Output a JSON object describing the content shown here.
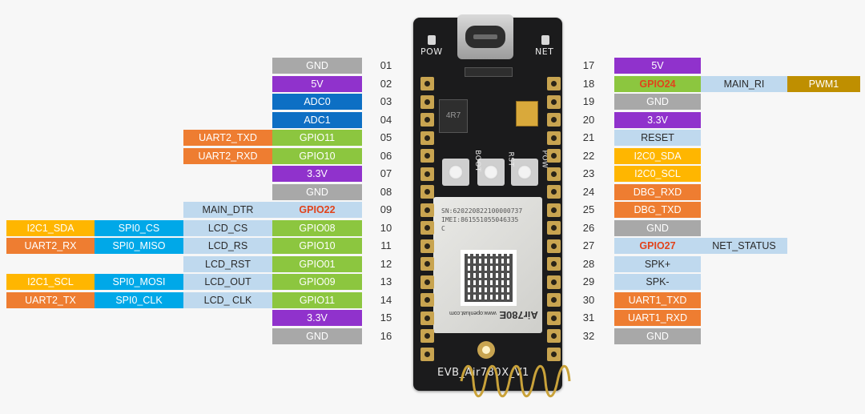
{
  "board": {
    "label_pow_led": "POW",
    "label_net_led": "NET",
    "label_boot": "BOOT",
    "label_rst": "RST",
    "label_pow_btn": "POW",
    "inductor_marking": "4R7",
    "bottom_silk": "EVB_Air780X_V1",
    "module": {
      "brand": "Air780E",
      "website": "www.openluat.com",
      "serial": "SN:620220822100000737",
      "imei": "IMEI:861551055046335",
      "mark": "C"
    }
  },
  "colors": {
    "gnd": "#a8a8a8",
    "power": "#9032cc",
    "adc": "#0d6fc4",
    "gpio": "#8cc63f",
    "uart": "#ee7d31",
    "spi": "#00a8e8",
    "i2c": "#ffb600",
    "light": "#bfd9ee",
    "pwm": "#bf8f00",
    "highlight_text": "#e2431b"
  },
  "left_pins": [
    {
      "num": "01",
      "cols": [
        {
          "label": "GND",
          "kind": "gnd"
        }
      ]
    },
    {
      "num": "02",
      "cols": [
        {
          "label": "5V",
          "kind": "power"
        }
      ]
    },
    {
      "num": "03",
      "cols": [
        {
          "label": "ADC0",
          "kind": "adc"
        }
      ]
    },
    {
      "num": "04",
      "cols": [
        {
          "label": "ADC1",
          "kind": "adc"
        }
      ]
    },
    {
      "num": "05",
      "cols": [
        {
          "label": "GPIO11",
          "kind": "gpio"
        },
        {
          "label": "UART2_TXD",
          "kind": "uart"
        }
      ]
    },
    {
      "num": "06",
      "cols": [
        {
          "label": "GPIO10",
          "kind": "gpio"
        },
        {
          "label": "UART2_RXD",
          "kind": "uart"
        }
      ]
    },
    {
      "num": "07",
      "cols": [
        {
          "label": "3.3V",
          "kind": "power"
        }
      ]
    },
    {
      "num": "08",
      "cols": [
        {
          "label": "GND",
          "kind": "gnd"
        }
      ]
    },
    {
      "num": "09",
      "cols": [
        {
          "label": "GPIO22",
          "kind": "light",
          "highlight": true
        },
        {
          "label": "MAIN_DTR",
          "kind": "light"
        }
      ]
    },
    {
      "num": "10",
      "cols": [
        {
          "label": "GPIO08",
          "kind": "gpio"
        },
        {
          "label": "LCD_CS",
          "kind": "light"
        },
        {
          "label": "SPI0_CS",
          "kind": "spi"
        },
        {
          "label": "I2C1_SDA",
          "kind": "i2c"
        }
      ]
    },
    {
      "num": "11",
      "cols": [
        {
          "label": "GPIO10",
          "kind": "gpio"
        },
        {
          "label": "LCD_RS",
          "kind": "light"
        },
        {
          "label": "SPI0_MISO",
          "kind": "spi"
        },
        {
          "label": "UART2_RX",
          "kind": "uart"
        }
      ]
    },
    {
      "num": "12",
      "cols": [
        {
          "label": "GPIO01",
          "kind": "gpio"
        },
        {
          "label": "LCD_RST",
          "kind": "light"
        }
      ]
    },
    {
      "num": "13",
      "cols": [
        {
          "label": "GPIO09",
          "kind": "gpio"
        },
        {
          "label": "LCD_OUT",
          "kind": "light"
        },
        {
          "label": "SPI0_MOSI",
          "kind": "spi"
        },
        {
          "label": "I2C1_SCL",
          "kind": "i2c"
        }
      ]
    },
    {
      "num": "14",
      "cols": [
        {
          "label": "GPIO11",
          "kind": "gpio"
        },
        {
          "label": "LCD_ CLK",
          "kind": "light"
        },
        {
          "label": "SPI0_CLK",
          "kind": "spi"
        },
        {
          "label": "UART2_TX",
          "kind": "uart"
        }
      ]
    },
    {
      "num": "15",
      "cols": [
        {
          "label": "3.3V",
          "kind": "power"
        }
      ]
    },
    {
      "num": "16",
      "cols": [
        {
          "label": "GND",
          "kind": "gnd"
        }
      ]
    }
  ],
  "right_pins": [
    {
      "num": "17",
      "cols": [
        {
          "label": "5V",
          "kind": "power"
        }
      ]
    },
    {
      "num": "18",
      "cols": [
        {
          "label": "GPIO24",
          "kind": "gpio",
          "highlight": true
        },
        {
          "label": "MAIN_RI",
          "kind": "light"
        },
        {
          "label": "PWM1",
          "kind": "pwm"
        }
      ]
    },
    {
      "num": "19",
      "cols": [
        {
          "label": "GND",
          "kind": "gnd"
        }
      ]
    },
    {
      "num": "20",
      "cols": [
        {
          "label": "3.3V",
          "kind": "power"
        }
      ]
    },
    {
      "num": "21",
      "cols": [
        {
          "label": "RESET",
          "kind": "light"
        }
      ]
    },
    {
      "num": "22",
      "cols": [
        {
          "label": "I2C0_SDA",
          "kind": "i2c"
        }
      ]
    },
    {
      "num": "23",
      "cols": [
        {
          "label": "I2C0_SCL",
          "kind": "i2c"
        }
      ]
    },
    {
      "num": "24",
      "cols": [
        {
          "label": "DBG_RXD",
          "kind": "uart"
        }
      ]
    },
    {
      "num": "25",
      "cols": [
        {
          "label": "DBG_TXD",
          "kind": "uart"
        }
      ]
    },
    {
      "num": "26",
      "cols": [
        {
          "label": "GND",
          "kind": "gnd"
        }
      ]
    },
    {
      "num": "27",
      "cols": [
        {
          "label": "GPIO27",
          "kind": "light",
          "highlight": true
        },
        {
          "label": "NET_STATUS",
          "kind": "light"
        }
      ]
    },
    {
      "num": "28",
      "cols": [
        {
          "label": "SPK+",
          "kind": "light"
        }
      ]
    },
    {
      "num": "29",
      "cols": [
        {
          "label": "SPK-",
          "kind": "light"
        }
      ]
    },
    {
      "num": "30",
      "cols": [
        {
          "label": "UART1_TXD",
          "kind": "uart"
        }
      ]
    },
    {
      "num": "31",
      "cols": [
        {
          "label": "UART1_RXD",
          "kind": "uart"
        }
      ]
    },
    {
      "num": "32",
      "cols": [
        {
          "label": "GND",
          "kind": "gnd"
        }
      ]
    }
  ]
}
